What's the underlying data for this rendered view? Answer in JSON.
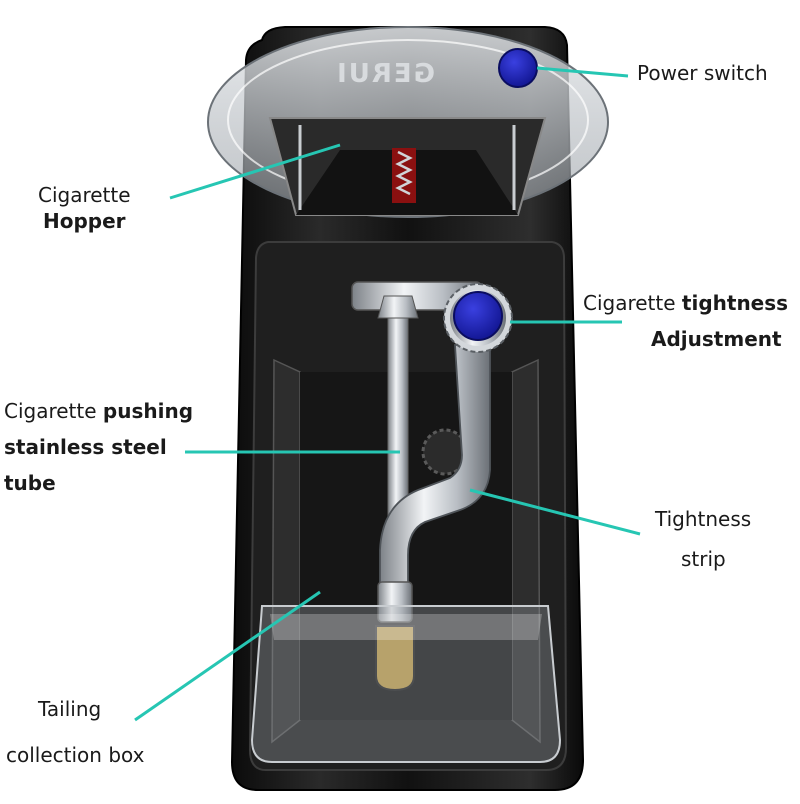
{
  "brand": "GERUI",
  "labels": {
    "power_switch": {
      "line1": "Power switch"
    },
    "hopper": {
      "line1": "Cigarette",
      "line2": "Hopper"
    },
    "tightness_adjustment": {
      "line1_a": "Cigarette ",
      "line1_b": "tightness",
      "line2": "Adjustment"
    },
    "pushing_tube": {
      "line1_a": "Cigarette ",
      "line1_b": "pushing",
      "line2": "stainless steel",
      "line3": "tube"
    },
    "tightness_strip": {
      "line1": "Tightness",
      "line2": "strip"
    },
    "collection_box": {
      "line1": "Tailing",
      "line2": "collection box"
    }
  },
  "colors": {
    "leader_line": "#26c6b3",
    "knob_blue": "#1a1fb5",
    "body_black": "#151515",
    "steel": "#c8ccd0"
  }
}
